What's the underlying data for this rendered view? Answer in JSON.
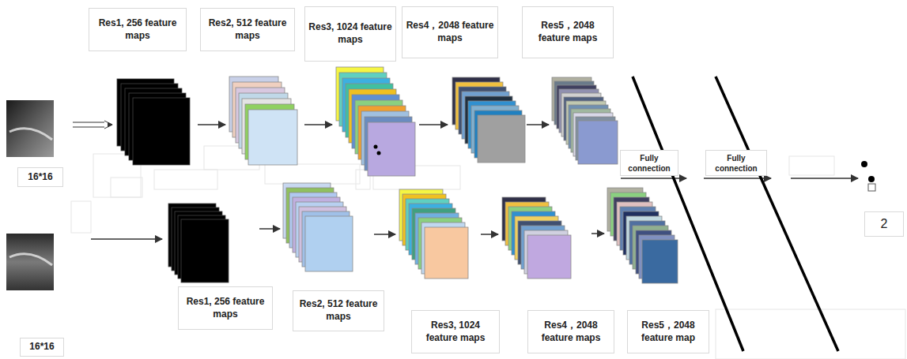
{
  "diagram": {
    "nodes": [
      {
        "text": [
          "Res1, 256 feature maps"
        ]
      },
      {
        "text": [
          "Res2, 512 feature maps"
        ]
      },
      {
        "text": [
          "Res3, 1024 feature maps"
        ]
      },
      {
        "text": [
          "Res4，2048 feature maps"
        ]
      },
      {
        "text": [
          "Res5，2048 feature maps"
        ]
      },
      {
        "text": [
          "16*16"
        ]
      },
      {
        "text": [
          "Fully connection"
        ]
      },
      {
        "text": [
          "Fully connection"
        ]
      },
      {
        "text": [
          "2"
        ]
      },
      {
        "text": [
          "16*16"
        ]
      },
      {
        "text": [
          "Res1, 256 feature maps"
        ]
      },
      {
        "text": [
          "Res2, 512 feature maps"
        ]
      },
      {
        "text": [
          "Res3, 1024 feature maps"
        ]
      },
      {
        "text": [
          "Res4，2048 feature maps"
        ]
      },
      {
        "text": [
          "Res5，2048 feature map"
        ]
      }
    ]
  }
}
